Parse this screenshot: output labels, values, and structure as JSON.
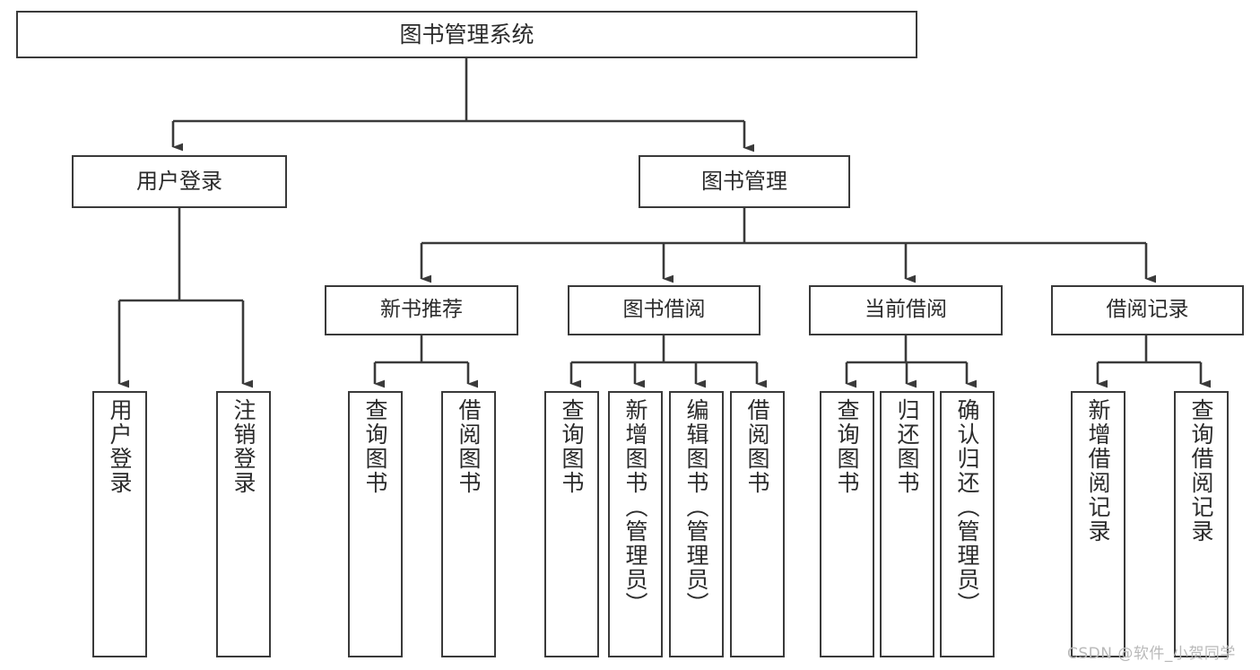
{
  "diagram": {
    "type": "tree",
    "title": "图书管理系统",
    "style": {
      "background": "#ffffff",
      "box_fill": "#ffffff",
      "box_stroke": "#3a3a3a",
      "connector_stroke": "#3a3a3a",
      "text_color": "#2b2b2b",
      "watermark_color": "#b9b9b9"
    },
    "root": {
      "label": "图书管理系统"
    },
    "level1": [
      {
        "label": "用户登录"
      },
      {
        "label": "图书管理"
      }
    ],
    "level2": [
      {
        "label": "新书推荐"
      },
      {
        "label": "图书借阅"
      },
      {
        "label": "当前借阅"
      },
      {
        "label": "借阅记录"
      }
    ],
    "leaves": {
      "user_login": [
        {
          "label": "用户登录"
        },
        {
          "label": "注销登录"
        }
      ],
      "new_book_recommend": [
        {
          "label": "查询图书"
        },
        {
          "label": "借阅图书"
        }
      ],
      "book_borrow": [
        {
          "label": "查询图书"
        },
        {
          "label": "新增图书（管理员）"
        },
        {
          "label": "编辑图书（管理员）"
        },
        {
          "label": "借阅图书"
        }
      ],
      "current_borrow": [
        {
          "label": "查询图书"
        },
        {
          "label": "归还图书"
        },
        {
          "label": "确认归还（管理员）"
        }
      ],
      "borrow_record": [
        {
          "label": "新增借阅记录"
        },
        {
          "label": "查询借阅记录"
        }
      ]
    }
  },
  "watermark": {
    "text": "CSDN @软件_小贺同学"
  }
}
